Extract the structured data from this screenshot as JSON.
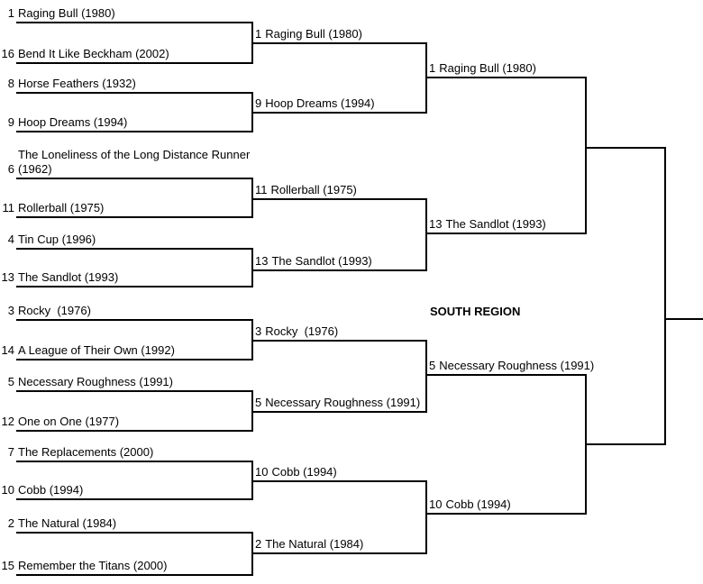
{
  "region_label": "SOUTH REGION",
  "colors": {
    "line": "#000000",
    "background": "#ffffff",
    "text": "#000000"
  },
  "bracket": {
    "round1": [
      {
        "seed": "1",
        "title": "Raging Bull (1980)"
      },
      {
        "seed": "16",
        "title": "Bend It Like Beckham (2002)"
      },
      {
        "seed": "8",
        "title": "Horse Feathers (1932)"
      },
      {
        "seed": "9",
        "title": "Hoop Dreams (1994)"
      },
      {
        "seed": "6",
        "title": "The Loneliness of the Long Distance Runner\n(1962)"
      },
      {
        "seed": "11",
        "title": "Rollerball (1975)"
      },
      {
        "seed": "4",
        "title": "Tin Cup (1996)"
      },
      {
        "seed": "13",
        "title": "The Sandlot (1993)"
      },
      {
        "seed": "3",
        "title": "Rocky  (1976)"
      },
      {
        "seed": "14",
        "title": "A League of Their Own (1992)"
      },
      {
        "seed": "5",
        "title": "Necessary Roughness (1991)"
      },
      {
        "seed": "12",
        "title": "One on One (1977)"
      },
      {
        "seed": "7",
        "title": "The Replacements (2000)"
      },
      {
        "seed": "10",
        "title": "Cobb (1994)"
      },
      {
        "seed": "2",
        "title": "The Natural (1984)"
      },
      {
        "seed": "15",
        "title": "Remember the Titans (2000)"
      }
    ],
    "round2": [
      {
        "seed": "1",
        "title": "Raging Bull (1980)"
      },
      {
        "seed": "9",
        "title": "Hoop Dreams (1994)"
      },
      {
        "seed": "11",
        "title": "Rollerball (1975)"
      },
      {
        "seed": "13",
        "title": "The Sandlot (1993)"
      },
      {
        "seed": "3",
        "title": "Rocky  (1976)"
      },
      {
        "seed": "5",
        "title": "Necessary Roughness (1991)"
      },
      {
        "seed": "10",
        "title": "Cobb (1994)"
      },
      {
        "seed": "2",
        "title": "The Natural (1984)"
      }
    ],
    "round3": [
      {
        "seed": "1",
        "title": "Raging Bull (1980)"
      },
      {
        "seed": "13",
        "title": "The Sandlot (1993)"
      },
      {
        "seed": "5",
        "title": "Necessary Roughness (1991)"
      },
      {
        "seed": "10",
        "title": "Cobb (1994)"
      }
    ]
  }
}
